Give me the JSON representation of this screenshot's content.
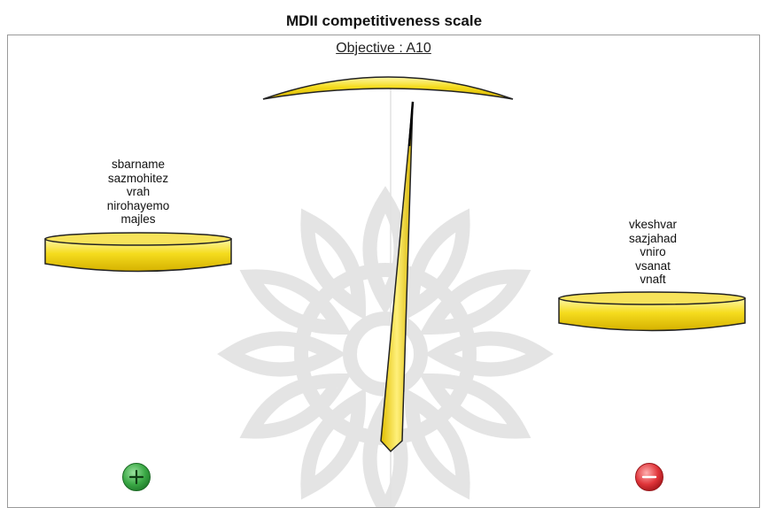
{
  "title": "MDII competitiveness scale",
  "objective": "Objective : A10",
  "left_pan": {
    "items": [
      "sbarname",
      "sazmohitez",
      "vrah",
      "nirohayemo",
      "majles"
    ]
  },
  "right_pan": {
    "items": [
      "vkeshvar",
      "sazjahad",
      "vniro",
      "vsanat",
      "vnaft"
    ]
  },
  "controls": {
    "plus_icon": "plus-icon",
    "minus_icon": "minus-icon"
  },
  "colors": {
    "gold": "#f2d21a",
    "gold_dark": "#c9a800",
    "plus_green": "#3aa845",
    "minus_red": "#e0353a"
  }
}
